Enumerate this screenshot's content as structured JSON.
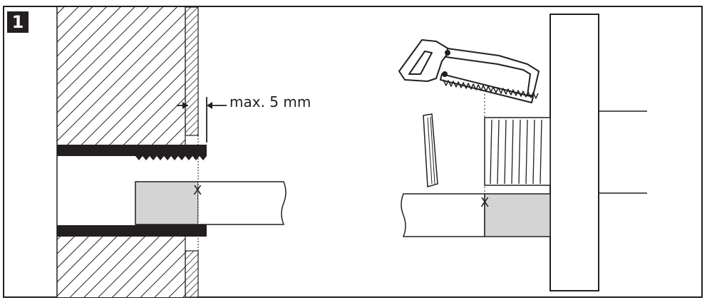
{
  "step": {
    "number": "1"
  },
  "dimension": {
    "label": "max. 5 mm"
  },
  "marks": {
    "left_cut": "X",
    "right_cut": "X"
  },
  "colors": {
    "ink": "#231f20",
    "hatch_bg": "#ffffff",
    "shaded_pipe": "#d4d4d4"
  },
  "icons": [
    "saw-icon"
  ]
}
